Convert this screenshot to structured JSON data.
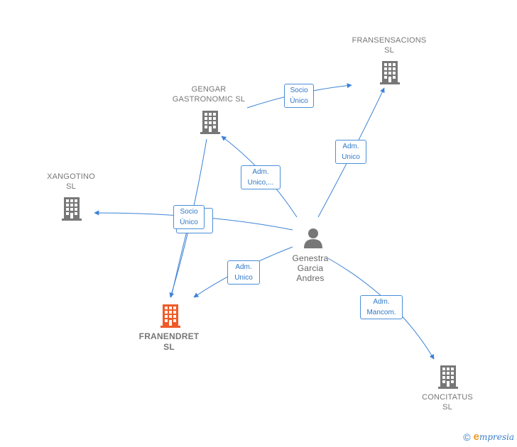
{
  "nodes": {
    "fransensaciones": {
      "line1": "FRANSENSACIONS",
      "line2": "SL",
      "icon": "building-icon"
    },
    "gengar": {
      "line1": "GENGAR",
      "line2": "GASTRONOMIC SL",
      "icon": "building-icon"
    },
    "xangotino": {
      "line1": "XANGOTINO",
      "line2": "SL",
      "icon": "building-icon"
    },
    "franendret": {
      "line1": "FRANENDRET",
      "line2": "SL",
      "icon": "building-icon",
      "color": "#f05a28"
    },
    "concitatus": {
      "line1": "CONCITATUS",
      "line2": "SL",
      "icon": "building-icon"
    },
    "genestra": {
      "line1": "Genestra",
      "line2": "Garcia",
      "line3": "Andres",
      "icon": "person-icon"
    }
  },
  "edges": {
    "gengar_fransensaciones": {
      "line1": "Socio",
      "line2": "Único"
    },
    "genestra_fransensaciones": {
      "line1": "Adm.",
      "line2": "Unico"
    },
    "genestra_gengar": {
      "line1": "Adm.",
      "line2": "Unico,..."
    },
    "genestra_xangotino": {
      "line1": "Socio",
      "line2": "Único"
    },
    "genestra_franendret": {
      "line1": "Adm.",
      "line2": "Unico"
    },
    "genestra_concitatus": {
      "line1": "Adm.",
      "line2": "Mancom."
    }
  },
  "colors": {
    "edge": "#3b82d6",
    "building": "#777777",
    "building_main": "#f05a28",
    "person": "#777777"
  },
  "footer": {
    "copyright": "©",
    "brand_initial": "e",
    "brand_rest": "mpresia"
  }
}
